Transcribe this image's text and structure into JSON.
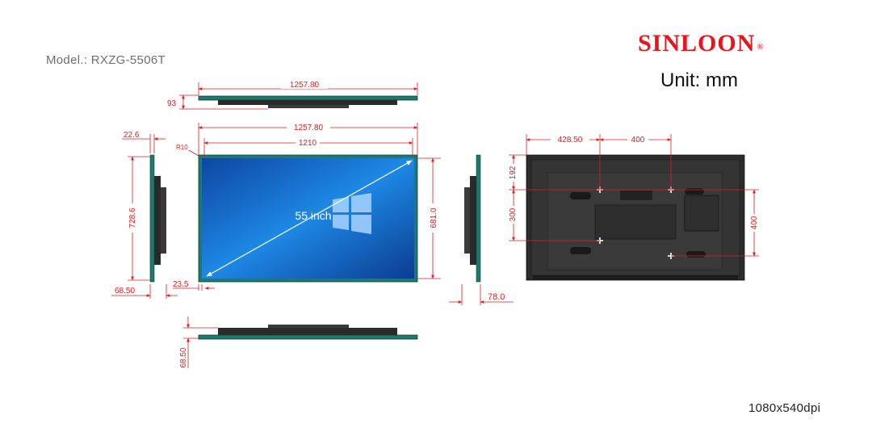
{
  "header": {
    "model": "Model.: RXZG-5506T",
    "brand": "SINLOON",
    "brand_mark": "®",
    "unit": "Unit: mm",
    "footer": "1080x540dpi"
  },
  "colors": {
    "dimension": "#e01e1e",
    "bezel": "#1f7a6e",
    "screen_blue": "#1565c8",
    "body_dark": "#2a2a2a"
  },
  "dimensions": {
    "top_width": "1257.80",
    "top_depth": "93",
    "front_width": "1257.80",
    "screen_width": "1210",
    "front_height": "681.0",
    "corner_radius": "R10",
    "screen_size": "55 inch",
    "bezel_bottom": "23.5",
    "side_left_top": "22.6",
    "side_left_height": "728.6",
    "side_left_depth": "68.50",
    "side_right_depth": "78.0",
    "bottom_depth": "68.50",
    "vesa_offset": "428.50",
    "vesa_width": "400",
    "vesa_top": "192",
    "vesa_mid": "300",
    "vesa_height": "400"
  }
}
